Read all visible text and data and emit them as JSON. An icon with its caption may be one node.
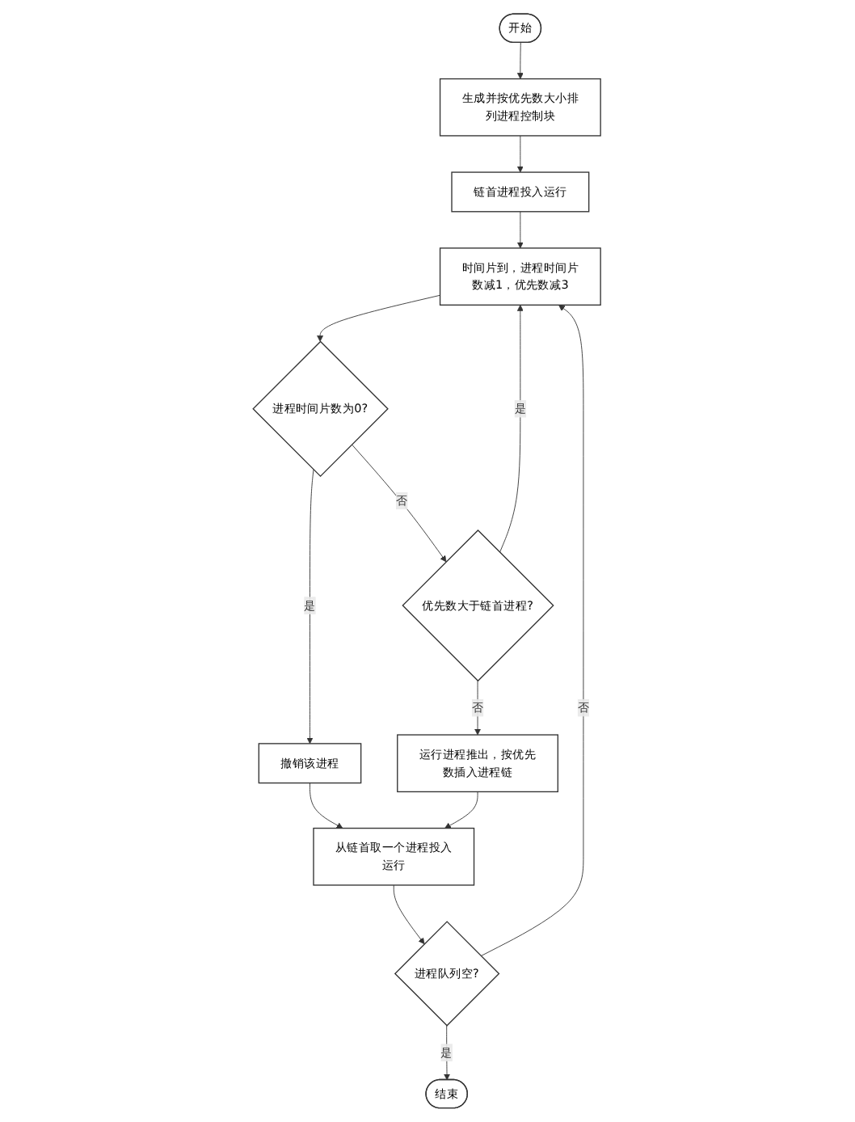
{
  "diagram": {
    "nodes": [
      {
        "text": [
          "开始"
        ]
      },
      {
        "text": [
          "生成并按优先数大小排列进程控制块"
        ]
      },
      {
        "text": [
          "链首进程投入运行"
        ]
      },
      {
        "text": [
          "时间片到，进程时间片数减1，优先数减3"
        ]
      },
      {
        "text": [
          "进程时间片数为0?"
        ]
      },
      {
        "text": [
          "优先数大于链首进程?"
        ]
      },
      {
        "text": [
          "撤销该进程"
        ]
      },
      {
        "text": [
          "运行进程推出，按优先数插入进程链"
        ]
      },
      {
        "text": [
          "从链首取一个进程投入运行"
        ]
      },
      {
        "text": [
          "进程队列空?"
        ]
      },
      {
        "text": [
          "结束"
        ]
      }
    ],
    "edges": [
      {
        "from": 0,
        "to": 1,
        "arrow": "to"
      },
      {
        "from": 1,
        "to": 2,
        "arrow": "to"
      },
      {
        "from": 2,
        "to": 3,
        "arrow": "to"
      },
      {
        "from": 3,
        "to": 4,
        "arrow": "to"
      },
      {
        "from": 4,
        "to": 5,
        "arrow": "to",
        "label": "否"
      },
      {
        "from": 4,
        "to": 6,
        "arrow": "to",
        "label": "是"
      },
      {
        "from": 5,
        "to": 3,
        "arrow": "to",
        "label": "是"
      },
      {
        "from": 5,
        "to": 7,
        "arrow": "to",
        "label": "否"
      },
      {
        "from": 6,
        "to": 8,
        "arrow": "to"
      },
      {
        "from": 7,
        "to": 8,
        "arrow": "to"
      },
      {
        "from": 8,
        "to": 9,
        "arrow": "to"
      },
      {
        "from": 9,
        "to": 3,
        "arrow": "to",
        "label": "否"
      },
      {
        "from": 9,
        "to": 10,
        "arrow": "to",
        "label": "是"
      }
    ]
  }
}
